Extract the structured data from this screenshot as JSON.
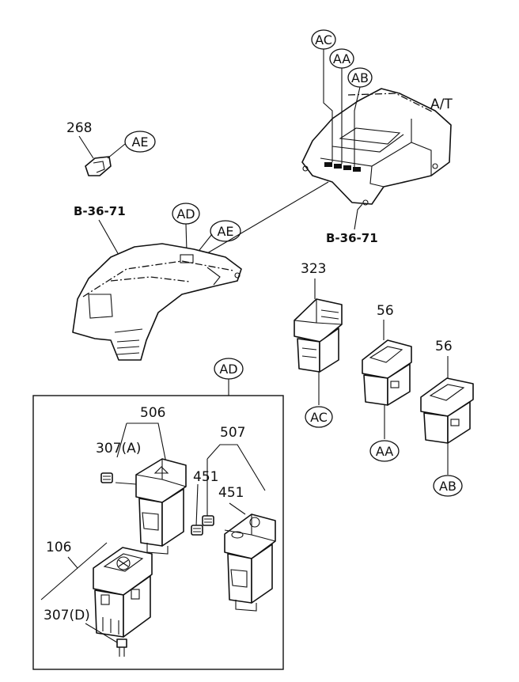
{
  "variant_label": "A/T",
  "references": {
    "top_left": "B-36-71",
    "top_right": "B-36-71"
  },
  "callouts": {
    "ac": "AC",
    "aa": "AA",
    "ab": "AB",
    "ae_top": "AE",
    "ad_top": "AD",
    "ae_mid": "AE",
    "ad_inset": "AD",
    "ac_bottom": "AC",
    "aa_bottom": "AA",
    "ab_bottom": "AB"
  },
  "part_numbers": {
    "p268": "268",
    "p323": "323",
    "p56_a": "56",
    "p56_b": "56",
    "p506": "506",
    "p507": "507",
    "p307a": "307(A)",
    "p451_a": "451",
    "p451_b": "451",
    "p106": "106",
    "p307d": "307(D)"
  }
}
